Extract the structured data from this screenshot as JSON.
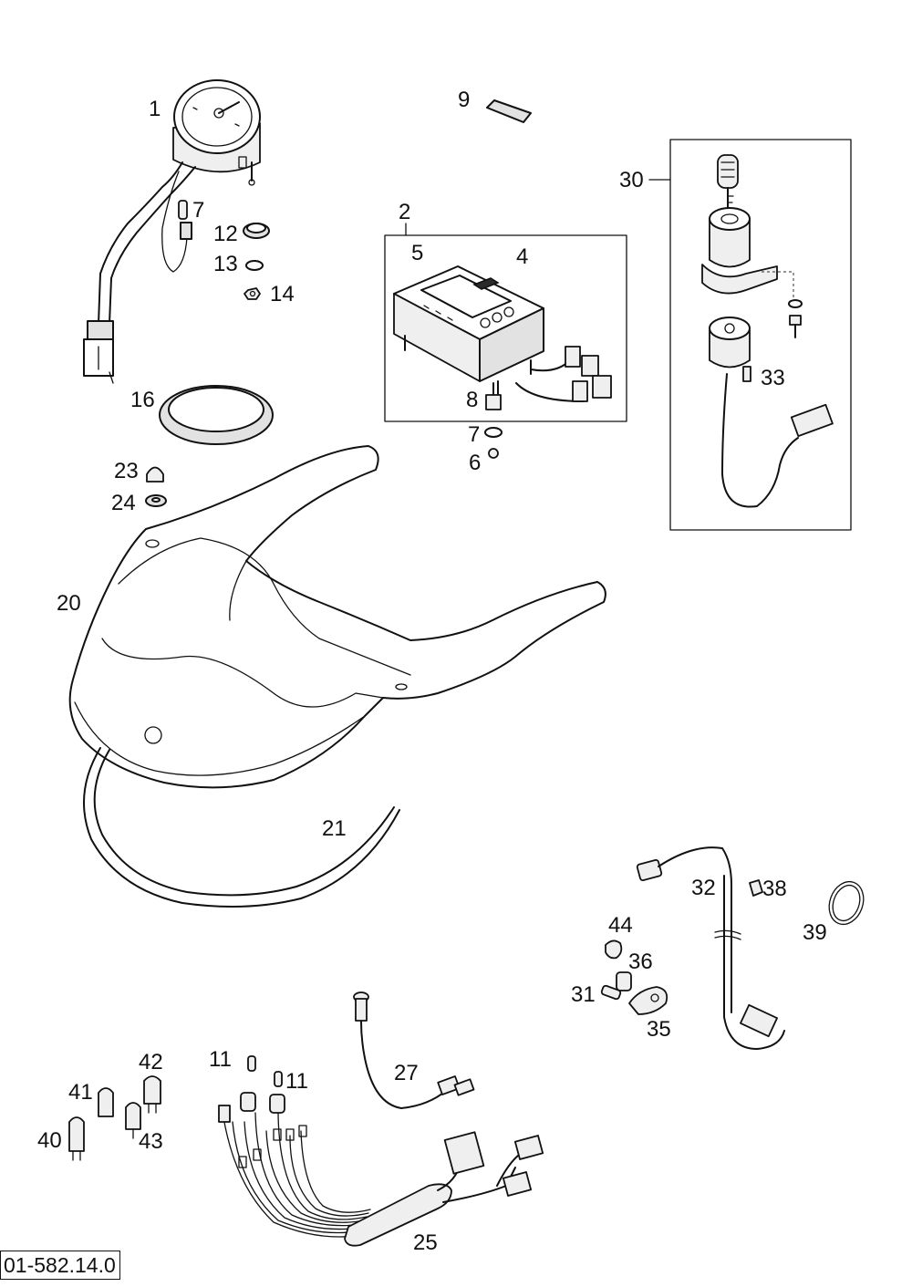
{
  "diagram": {
    "reference_code": "01-582.14.0",
    "part_labels": [
      {
        "id": "1",
        "text": "1"
      },
      {
        "id": "2",
        "text": "2"
      },
      {
        "id": "4",
        "text": "4"
      },
      {
        "id": "5",
        "text": "5"
      },
      {
        "id": "6",
        "text": "6"
      },
      {
        "id": "7a",
        "text": "7"
      },
      {
        "id": "7b",
        "text": "7"
      },
      {
        "id": "8",
        "text": "8"
      },
      {
        "id": "9",
        "text": "9"
      },
      {
        "id": "11a",
        "text": "11"
      },
      {
        "id": "11b",
        "text": "11"
      },
      {
        "id": "12",
        "text": "12"
      },
      {
        "id": "13",
        "text": "13"
      },
      {
        "id": "14",
        "text": "14"
      },
      {
        "id": "16",
        "text": "16"
      },
      {
        "id": "20",
        "text": "20"
      },
      {
        "id": "21",
        "text": "21"
      },
      {
        "id": "23",
        "text": "23"
      },
      {
        "id": "24",
        "text": "24"
      },
      {
        "id": "25",
        "text": "25"
      },
      {
        "id": "27",
        "text": "27"
      },
      {
        "id": "30",
        "text": "30"
      },
      {
        "id": "31",
        "text": "31"
      },
      {
        "id": "32",
        "text": "32"
      },
      {
        "id": "33",
        "text": "33"
      },
      {
        "id": "35",
        "text": "35"
      },
      {
        "id": "36",
        "text": "36"
      },
      {
        "id": "38",
        "text": "38"
      },
      {
        "id": "39",
        "text": "39"
      },
      {
        "id": "40",
        "text": "40"
      },
      {
        "id": "41",
        "text": "41"
      },
      {
        "id": "42",
        "text": "42"
      },
      {
        "id": "43",
        "text": "43"
      },
      {
        "id": "44",
        "text": "44"
      }
    ]
  }
}
